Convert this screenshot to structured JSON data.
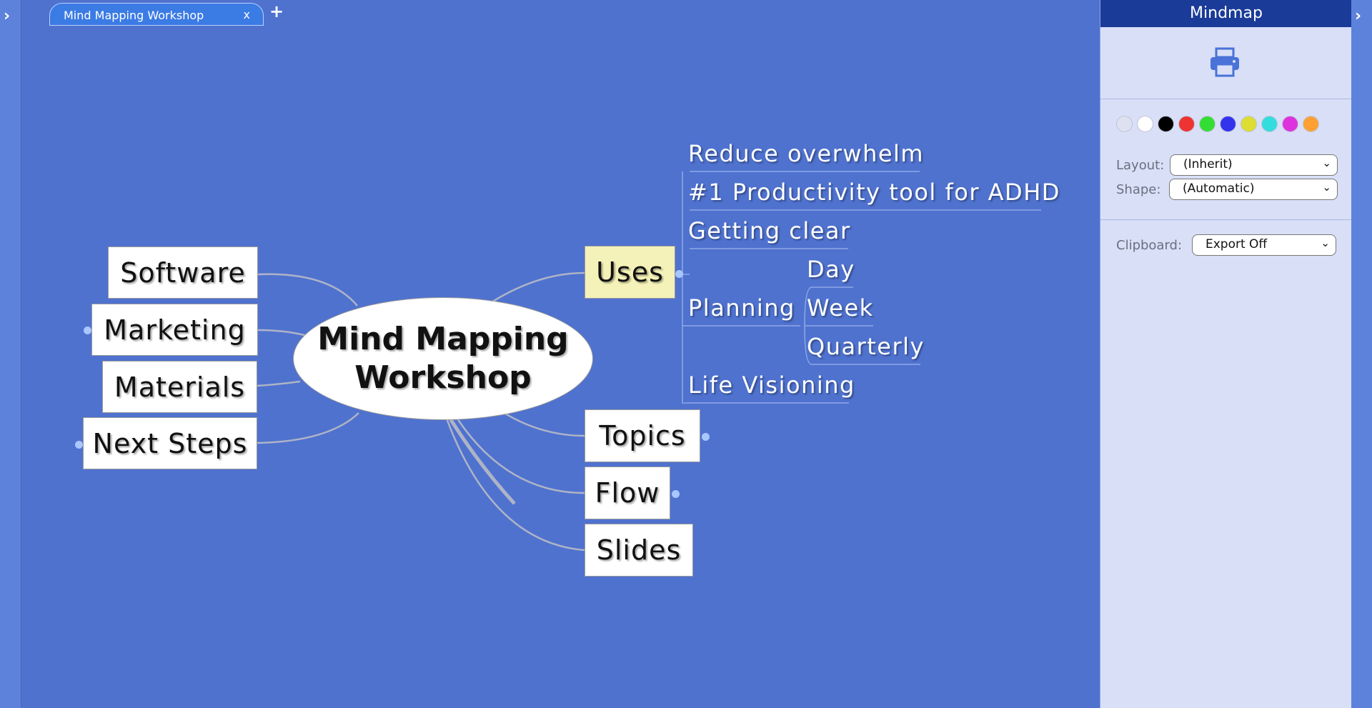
{
  "tab": {
    "title": "Mind Mapping Workshop",
    "close": "x",
    "add": "+"
  },
  "sidebar_toggle": "›",
  "map": {
    "central": {
      "line1": "Mind Mapping",
      "line2": "Workshop"
    },
    "left": [
      "Software",
      "Marketing",
      "Materials",
      "Next Steps"
    ],
    "right": [
      "Uses",
      "Topics",
      "Flow",
      "Slides"
    ],
    "uses_children": [
      "Reduce overwhelm",
      "#1 Productivity tool for ADHD",
      "Getting clear",
      "Planning",
      "Life Visioning"
    ],
    "planning_children": [
      "Day",
      "Week",
      "Quarterly"
    ]
  },
  "panel": {
    "title": "Mindmap",
    "colors": [
      "#dde1f0",
      "#ffffff",
      "#000000",
      "#ee3333",
      "#33dd33",
      "#3333ee",
      "#dddd33",
      "#33dddd",
      "#dd33dd",
      "#ffa033"
    ],
    "layout_label": "Layout:",
    "layout_value": "(Inherit)",
    "shape_label": "Shape:",
    "shape_value": "(Automatic)",
    "clipboard_label": "Clipboard:",
    "clipboard_value": "Export Off"
  }
}
